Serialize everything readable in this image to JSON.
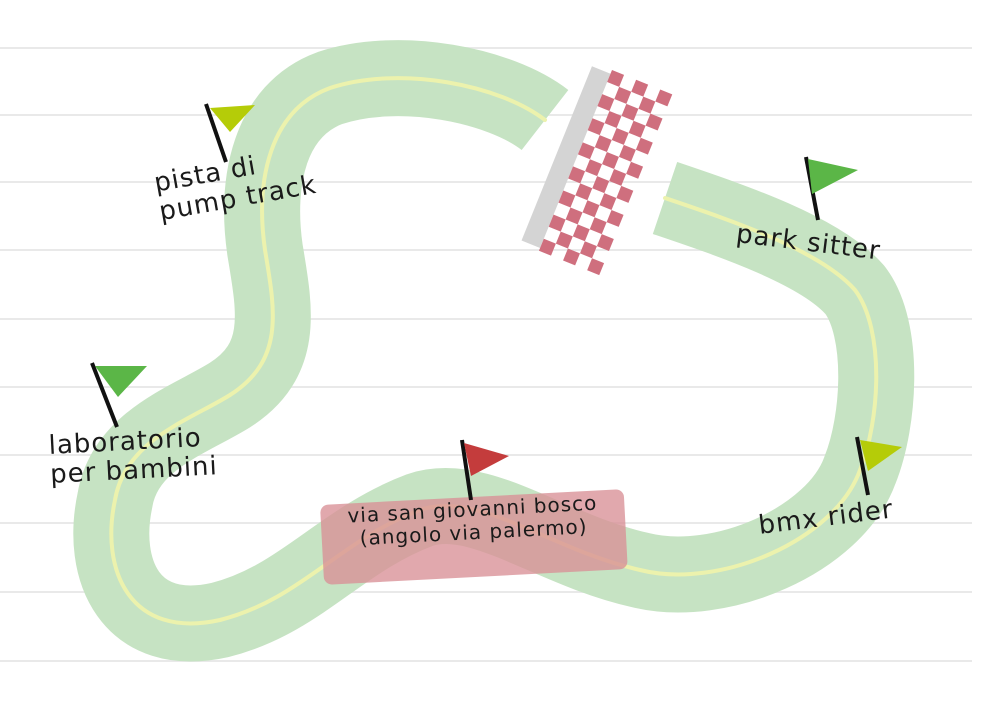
{
  "colors": {
    "track": "#c6e3c3",
    "centerline": "#ecf2ad",
    "flag_lime": "#b5cc08",
    "flag_green": "#5bb647",
    "flag_red": "#c43c3c",
    "checker": "#cf6f7e",
    "start_banner": "#d98f96"
  },
  "stations": [
    {
      "line1": "pista di",
      "line2": "pump track",
      "flag_color": "#b5cc08",
      "icon": "flag-icon"
    },
    {
      "line1": "park sitter",
      "flag_color": "#5bb647",
      "icon": "flag-icon"
    },
    {
      "line1": "laboratorio",
      "line2": "per bambini",
      "flag_color": "#5bb647",
      "icon": "flag-icon"
    },
    {
      "line1": "bmx rider",
      "flag_color": "#b5cc08",
      "icon": "flag-icon"
    }
  ],
  "start": {
    "line1": "via san giovanni bosco",
    "line2": "(angolo via palermo)",
    "flag_color": "#c43c3c",
    "icon": "flag-icon"
  },
  "finish_icon": "checkered-flag-icon"
}
